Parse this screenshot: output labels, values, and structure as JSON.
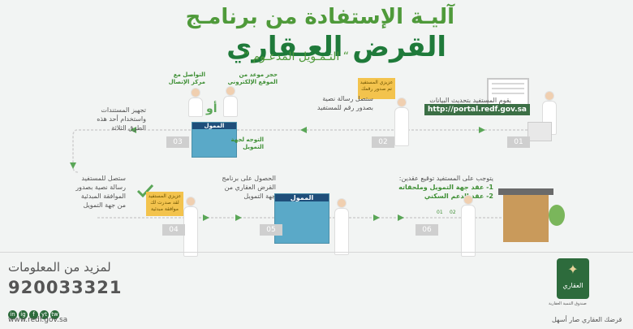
{
  "header": {
    "line1": "آليـة الإستفادة من برنامـج",
    "line2": "القرض العـقاري",
    "line3": "“ التـمـويل المدعـوم ”"
  },
  "steps": [
    {
      "num": "01",
      "text": "يقوم المستفيد بتحديث البيانات",
      "url": "http://portal.redf.gov.sa"
    },
    {
      "num": "02",
      "text1": "ستصل رسالة نصية",
      "text2": "بصدور رقم للمستفيد",
      "note": "عزيزي المستفيد تم صدور رقمك"
    },
    {
      "num": "03",
      "text1": "تجهيز المستندات",
      "text2": "واستخدام أحد هذه",
      "text3": "الطرق الثلاثة",
      "opt1a": "التواصل مع",
      "opt1b": "مركز الإتصال",
      "opt2a": "حجز موعد من",
      "opt2b": "الموقع الإلكتروني",
      "opt3a": "التوجه لجهة",
      "opt3b": "التمويل",
      "or": "أو",
      "bank": "الممول"
    },
    {
      "num": "04",
      "text1": "ستصل للمستفيد",
      "text2": "رسالة نصية بصدور",
      "text3": "الموافقة المبدئية",
      "text4": "من جهة التمويل",
      "note1": "عزيزي المستفيد",
      "note2": "لقد صدرت لك",
      "note3": "موافقة مبدئية"
    },
    {
      "num": "05",
      "text1": "الحصول على برنامج",
      "text2": "القرض العقاري من",
      "text3": "جهة التمويل",
      "bank": "الممول"
    },
    {
      "num": "06",
      "text1": "يتوجب على المستفيد توقيع عقدين:",
      "text2": "1- عقد جهة التمويل وملحقاته",
      "text3": "2- عقد الدعم السكني",
      "doc1": "01",
      "doc2": "02"
    }
  ],
  "footer": {
    "more": "لمزيد من المعلومات",
    "phone": "920033321",
    "website": "www.redf.gov.sa",
    "social": [
      "in",
      "ig",
      "f",
      "yt",
      "tw"
    ],
    "logo_caption": "صندوق التنمية العقارية",
    "logo_word": "العقاري",
    "slogan": "قرضك العقاري صار أسهل"
  },
  "colors": {
    "green": "#1f7a3a",
    "light_green": "#4f9a3a",
    "arrow": "#5aa657"
  }
}
